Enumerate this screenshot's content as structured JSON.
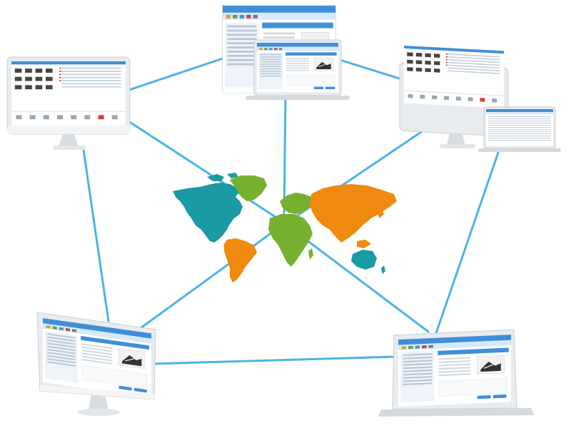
{
  "colors": {
    "background": "#ffffff",
    "link_line": "#4ab4e6",
    "device_frame": "#e9ecef",
    "device_frame_dark": "#c9ced3",
    "screen_bg": "#ffffff",
    "toolbar_blue": "#3f8fd8",
    "toolbar_light": "#d6e9f8",
    "red_accent": "#d43d3d",
    "continent_teal": "#1a9aa3",
    "continent_green": "#77b02e",
    "continent_orange": "#f08a0e"
  },
  "hub": {
    "name": "world-map",
    "continents": [
      {
        "name": "north-america",
        "color": "teal"
      },
      {
        "name": "greenland",
        "color": "green"
      },
      {
        "name": "south-america",
        "color": "orange"
      },
      {
        "name": "europe",
        "color": "green"
      },
      {
        "name": "africa",
        "color": "green"
      },
      {
        "name": "asia",
        "color": "orange"
      },
      {
        "name": "australia",
        "color": "teal"
      }
    ]
  },
  "devices": [
    {
      "id": "top-center",
      "type": "laptop-with-window-stack",
      "app_view": "inventory-grid"
    },
    {
      "id": "top-left",
      "type": "desktop-monitor",
      "app_view": "pos-catalog"
    },
    {
      "id": "top-right",
      "type": "desktop-and-laptop",
      "app_view": "pos-catalog-and-report"
    },
    {
      "id": "bottom-left",
      "type": "desktop-monitor-angled",
      "app_view": "product-form"
    },
    {
      "id": "bottom-right",
      "type": "laptop",
      "app_view": "product-form"
    }
  ],
  "connections": [
    [
      "top-left",
      "top-center"
    ],
    [
      "top-center",
      "top-right"
    ],
    [
      "top-right",
      "bottom-right"
    ],
    [
      "bottom-right",
      "bottom-left"
    ],
    [
      "bottom-left",
      "top-left"
    ],
    [
      "top-left",
      "map"
    ],
    [
      "top-center",
      "map"
    ],
    [
      "top-right",
      "map"
    ],
    [
      "bottom-left",
      "map"
    ],
    [
      "bottom-right",
      "map"
    ]
  ]
}
